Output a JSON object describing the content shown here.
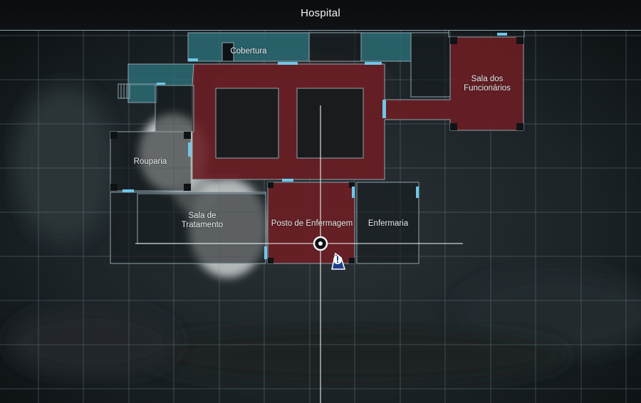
{
  "header": {
    "title": "Hospital"
  },
  "rooms": {
    "cobertura": "Cobertura",
    "sala_dos_funcionarios": "Sala dos\nFuncionários",
    "rouparia": "Rouparia",
    "sala_de_tratamento": "Sala de\nTratamento",
    "posto_de_enfermagem": "Posto de Enfermagem",
    "enfermaria": "Enfermaria"
  },
  "colors": {
    "explored": "#6a1e24",
    "unexplored_dark": "#14191c",
    "roof": "#2c6b74",
    "door": "#6ec7e8",
    "outline": "#8fa4ad",
    "grid": "#7a8c94"
  },
  "icons": {
    "player_marker": "player-location-icon",
    "objective_marker": "exclamation-marker-icon"
  }
}
